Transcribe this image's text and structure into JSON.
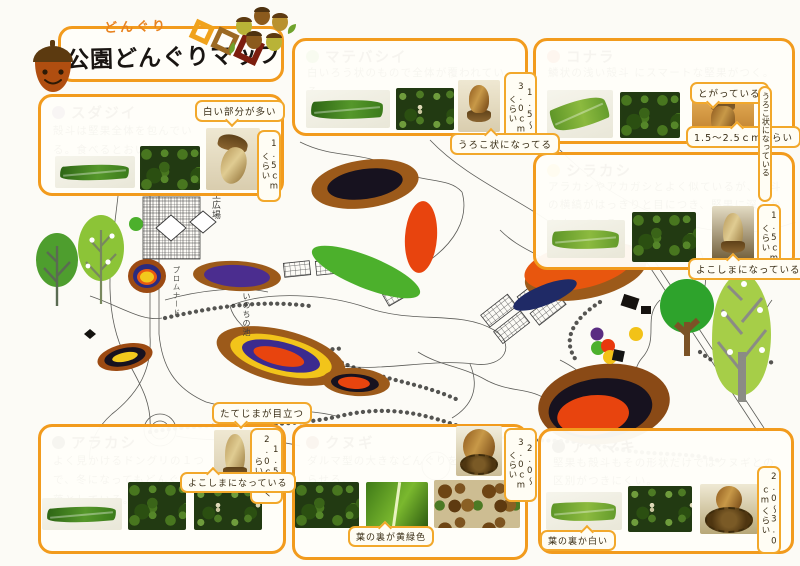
{
  "title": {
    "small": "どんぐり",
    "main": "公園どんぐりマップ"
  },
  "colors": {
    "accent_orange": "#F29B1D",
    "sudajii": "#5A2D82",
    "matebashii": "#4FB02C",
    "konara": "#E8380D",
    "shirakashi": "#F2C218",
    "arakashi": "#1A1A1A",
    "kunugi": "#8B2E0E",
    "abemaki": "#141414",
    "map_brown": "#9C5A1A",
    "map_yellow": "#F2C41A",
    "map_purple": "#4B2D8F",
    "map_red": "#E8440E",
    "map_green": "#4CB02C",
    "map_navy": "#1F2A66",
    "map_black": "#17121F"
  },
  "map_labels": {
    "plaza": "大学生広場",
    "pond": "いのちの池",
    "promenade": "プロムナード"
  },
  "species": {
    "sudajii": {
      "name": "スダジイ",
      "description": "殻斗は堅果全体を包んでいる。食べるとおいしい。",
      "bubble": "白い部分が多い",
      "size": "1.5ｃmくらい"
    },
    "matebashii": {
      "name": "マテバシイ",
      "description": "白いろう状のもので全体が覆われている。",
      "bubble": "うろこ状になってる",
      "size": "1.5～3.0ｃmくらい"
    },
    "konara": {
      "name": "コナラ",
      "description": "鱗状の浅い殻斗 にスマートな堅果がつく。",
      "bubble_top": "とがっている",
      "bubble_size": "1.5～2.5ｃmくらい",
      "bubble_side": "うろこ状になっている"
    },
    "shirakashi": {
      "name": "シラカシ",
      "description": "アラカシやアカガシとよく似ているが、殻斗の横縞がはっきりと目につき、堅果に深くかぶさっている。",
      "bubble": "よこしまになっている",
      "size": "1.5ｃmくらい"
    },
    "arakashi": {
      "name": "アラカシ",
      "description": "よく見かけるドングリの１つで、冬になってもどんぐりを落としている。",
      "bubble_top": "たてじまが目立つ",
      "bubble": "よこしまになっている",
      "size": "1.5～2.0ｃmくらい"
    },
    "kunugi": {
      "name": "クヌギ",
      "description": "ダルマ型の大きなどんぐりを実らせる。",
      "bubble": "葉の裏が黄緑色",
      "size": "2.0～3.0ｃmくらい"
    },
    "abemaki": {
      "name": "アベマキ",
      "description": "堅果も殻斗もその形状だけではクヌギとの区別がつきにくい。",
      "bubble": "葉の裏が白い",
      "size": "2.0～3.0ｃmくらい"
    }
  }
}
